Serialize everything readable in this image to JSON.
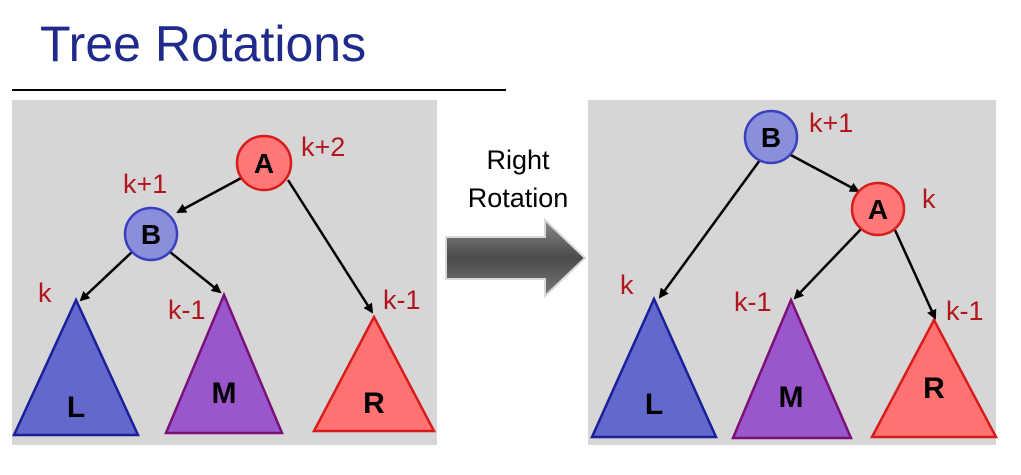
{
  "title": "Tree Rotations",
  "operation": {
    "line1": "Right",
    "line2": "Rotation"
  },
  "colors": {
    "title": "#1f2a8c",
    "height_label": "#b3151d",
    "panel": "#d6d6d6",
    "node_b_fill": "#8a8fdb",
    "node_a_fill": "#ff7777",
    "subtree_l_fill": "#6268cc",
    "subtree_m_fill": "#9a57cc",
    "subtree_r_fill": "#ff7272"
  },
  "before": {
    "nodes": {
      "A": "A",
      "B": "B"
    },
    "subtrees": {
      "L": "L",
      "M": "M",
      "R": "R"
    },
    "heights": {
      "A": "k+2",
      "B": "k+1",
      "L": "k",
      "M": "k-1",
      "R": "k-1"
    }
  },
  "after": {
    "nodes": {
      "A": "A",
      "B": "B"
    },
    "subtrees": {
      "L": "L",
      "M": "M",
      "R": "R"
    },
    "heights": {
      "B": "k+1",
      "A": "k",
      "L": "k",
      "M": "k-1",
      "R": "k-1"
    }
  }
}
